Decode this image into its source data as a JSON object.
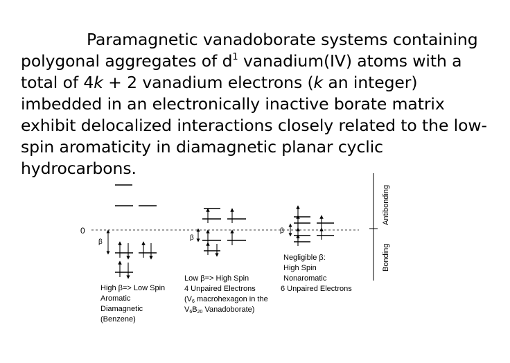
{
  "paragraph": {
    "p1": "Paramagnetic vanadoborate systems containing polygonal aggregates of d",
    "sup": "1",
    "p2": " vanadium(IV) atoms with a total of 4",
    "k1": "k",
    "p3": " + 2 vanadium electrons (",
    "k2": "k",
    "p4": " an integer) imbedded in an electronically inactive borate matrix exhibit delocalized interactions closely related to the low-spin aromaticity in diamagnetic planar cyclic hydrocarbons."
  },
  "diagram": {
    "zero_label": "0",
    "beta": "β",
    "antibonding": "Antibonding",
    "bonding": "Bonding",
    "benzene": {
      "line1": "High β=> Low Spin",
      "line2": "Aromatic",
      "line3": "Diamagnetic",
      "line4": "(Benzene)"
    },
    "v6": {
      "line1": "Low β=> High Spin",
      "line2": "4 Unpaired Electrons",
      "line3_pre": "(V",
      "line3_sub": "6",
      "line3_post": " macrohexagon in the",
      "line4_a": "V",
      "line4_sub1": "6",
      "line4_b": "B",
      "line4_sub2": "20",
      "line4_c": " Vanadoborate)"
    },
    "negligible": {
      "line1": "Negligible β:",
      "line2": "High Spin",
      "line3": "Nonaromatic",
      "line4": "6 Unpaired Electrons"
    }
  }
}
